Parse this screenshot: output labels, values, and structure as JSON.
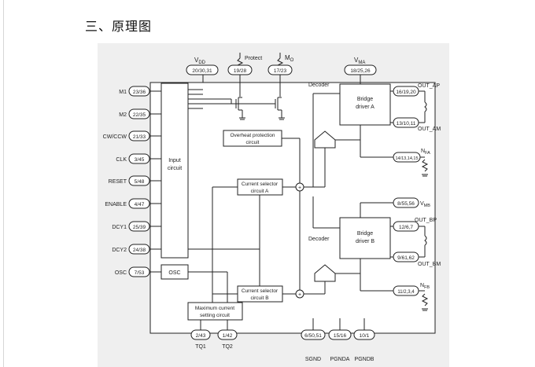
{
  "heading": "三、原理图",
  "diagram": {
    "top_pins": {
      "vdd": {
        "label": "V",
        "sub": "DD",
        "num": "20/30,31"
      },
      "protect": {
        "label": "Protect",
        "num": "19/28"
      },
      "mo": {
        "label": "M",
        "sub": "O",
        "num": "17/23"
      },
      "vma": {
        "label": "V",
        "sub": "MA",
        "num": "18/25,26"
      }
    },
    "left_pins": [
      {
        "label": "M1",
        "num": "23/36"
      },
      {
        "label": "M2",
        "num": "22/35"
      },
      {
        "label": "CW/CCW",
        "num": "21/33"
      },
      {
        "label": "CLK",
        "num": "3/45"
      },
      {
        "label": "RESET",
        "num": "5/48"
      },
      {
        "label": "ENABLE",
        "num": "4/47"
      },
      {
        "label": "DCY1",
        "num": "25/39"
      },
      {
        "label": "DCY2",
        "num": "24/38"
      },
      {
        "label": "OSC",
        "num": "7/53"
      }
    ],
    "right_pins": {
      "out_ap": {
        "label": "OUT_AP",
        "num": "16/19,20"
      },
      "out_am": {
        "label": "OUT_AM",
        "num": "13/10,11"
      },
      "nfa": {
        "label": "N",
        "sub": "FA",
        "num": "14/13,14,15"
      },
      "vmb": {
        "label": "V",
        "sub": "MB",
        "num": "8/55,56"
      },
      "out_bp": {
        "label": "OUT_BP",
        "num": "12/6,7"
      },
      "out_bm": {
        "label": "OUT_BM",
        "num": "9/61,62"
      },
      "nfb": {
        "label": "N",
        "sub": "FB",
        "num": "11/2,3,4"
      }
    },
    "bottom_pins": [
      {
        "label": "TQ1",
        "num": "2/43"
      },
      {
        "label": "TQ2",
        "num": "1/42"
      },
      {
        "label": "SGND",
        "num": "6/50,51"
      },
      {
        "label": "PGNDA",
        "num": "15/16"
      },
      {
        "label": "PGNDB",
        "num": "10/1"
      }
    ],
    "blocks": {
      "input_circuit": [
        "Input",
        "circuit"
      ],
      "osc": "OSC",
      "overheat": [
        "Overheat protection",
        "circuit"
      ],
      "selector_a": [
        "Current selector",
        "circuit A"
      ],
      "selector_b": [
        "Current selector",
        "circuit B"
      ],
      "max_current": [
        "Maximum current",
        "setting circuit"
      ],
      "bridge_a": [
        "Bridge",
        "driver A"
      ],
      "bridge_b": [
        "Bridge",
        "driver B"
      ],
      "decoder_a": "Decoder",
      "decoder_b": "Decoder",
      "plus": "+"
    }
  }
}
